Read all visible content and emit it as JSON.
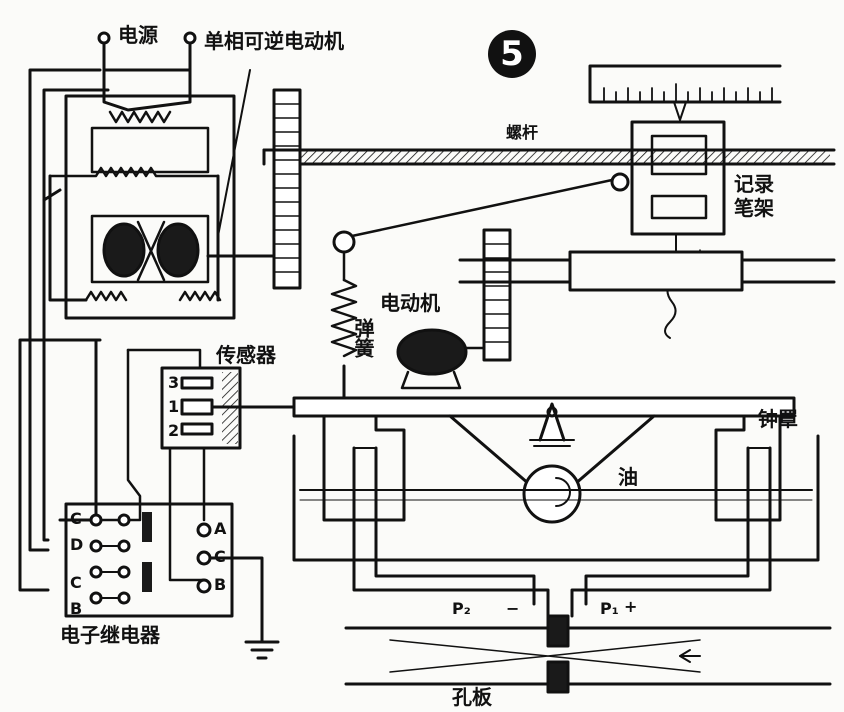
{
  "figure_number": "5",
  "labels": {
    "power": "电源",
    "reversible_motor": "单相可逆电动机",
    "lead_screw": "螺杆",
    "pen_holder": "记录笔架",
    "motor": "电动机",
    "spring": "弹簧",
    "sensor": "传感器",
    "bell_jar": "钟罩",
    "oil": "油",
    "relay": "电子继电器",
    "orifice": "孔板",
    "p2": "P₂",
    "p1": "P₁",
    "p2_sign": "−",
    "p1_sign": "+"
  },
  "sensor_terminals": [
    "3",
    "1",
    "2"
  ],
  "relay_left_terminals": [
    "C",
    "D",
    "C",
    "B"
  ],
  "relay_right_terminals": [
    "A",
    "C",
    "B"
  ]
}
